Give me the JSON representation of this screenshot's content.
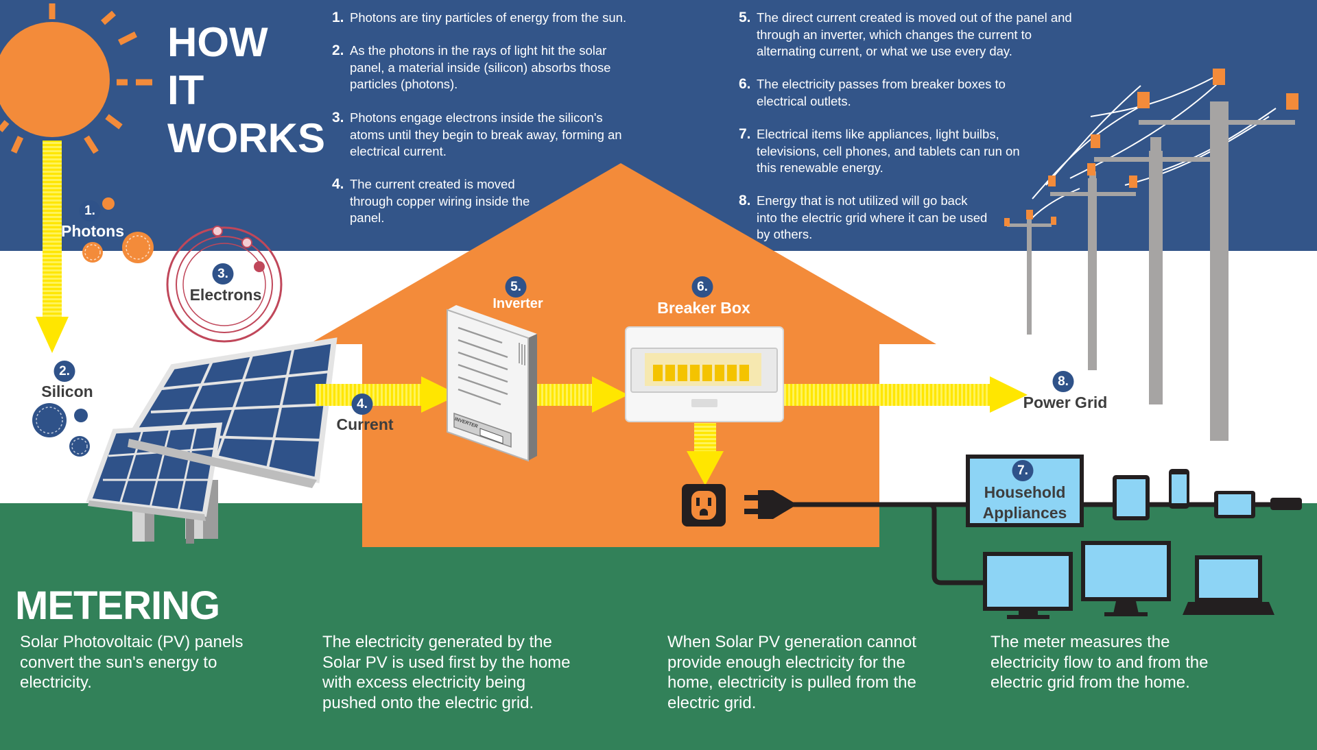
{
  "header": {
    "title_lines": [
      "HOW",
      "IT",
      "WORKS"
    ]
  },
  "steps": [
    {
      "num": "1.",
      "text": "Photons are tiny particles of energy from the sun."
    },
    {
      "num": "2.",
      "text": "As the photons in the rays of light hit the solar panel, a material inside (silicon) absorbs those particles (photons)."
    },
    {
      "num": "3.",
      "text": "Photons engage electrons inside the silicon's atoms until they begin to break away, forming an electrical current."
    },
    {
      "num": "4.",
      "text": "The current created is moved through copper wiring inside the panel."
    },
    {
      "num": "5.",
      "text": "The direct current created is moved out of the panel and through an inverter, which changes the current to alternating current, or what we use every day."
    },
    {
      "num": "6.",
      "text": "The electricity passes from breaker boxes to electrical outlets."
    },
    {
      "num": "7.",
      "text": "Electrical items like appliances, light builbs, televisions, cell phones, and tablets can run on this renewable energy."
    },
    {
      "num": "8.",
      "text": "Energy that is not utilized will go back into the electric grid where it can be used by others."
    }
  ],
  "labels": {
    "photons": {
      "num": "1.",
      "text": "Photons"
    },
    "silicon": {
      "num": "2.",
      "text": "Silicon"
    },
    "electrons": {
      "num": "3.",
      "text": "Electrons"
    },
    "current": {
      "num": "4.",
      "text": "Current"
    },
    "inverter": {
      "num": "5.",
      "text": "Inverter"
    },
    "breaker_box": {
      "num": "6.",
      "text": "Breaker Box"
    },
    "household_appliances": {
      "num": "7.",
      "text": [
        "Household",
        "Appliances"
      ]
    },
    "power_grid": {
      "num": "8.",
      "text": "Power Grid"
    },
    "inverter_plate": "INVERTER"
  },
  "metering": {
    "title": "METERING",
    "paragraphs": [
      "Solar Photovoltaic (PV) panels convert the sun's energy to electricity.",
      "The electricity generated by the Solar PV is used first by the home with excess electricity being pushed onto the electric grid.",
      "When Solar PV generation cannot provide enough electricity for the home, electricity is pulled from the electric grid.",
      "The meter measures the electricity flow to and from the electric grid from the home."
    ]
  },
  "colors": {
    "sky_blue": "#335589",
    "house_orange": "#f38b3a",
    "ground_green": "#328159",
    "arrow_yellow": "#ffea00",
    "screen_blue": "#8dd4f5",
    "badge_blue": "#2f5289",
    "electron_red": "#c0475a",
    "pole_gray": "#a6a4a3"
  }
}
